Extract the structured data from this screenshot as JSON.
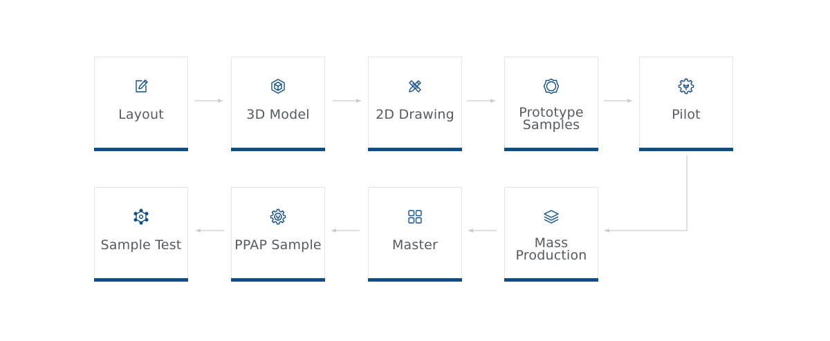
{
  "colors": {
    "accent": "#0d4d8c",
    "card_border": "#e2e4e8",
    "label": "#555a60",
    "connector": "#c9ccd1"
  },
  "steps": [
    {
      "label": "Layout",
      "icon": "edit-icon"
    },
    {
      "label": "3D Model",
      "icon": "cube-icon"
    },
    {
      "label": "2D Drawing",
      "icon": "pencil-ruler-icon"
    },
    {
      "label": "Prototype Samples",
      "icon": "octagon-icon"
    },
    {
      "label": "Pilot",
      "icon": "gear-wrench-icon"
    },
    {
      "label": "Mass Production",
      "icon": "layers-icon"
    },
    {
      "label": "Master",
      "icon": "grid-icon"
    },
    {
      "label": "PPAP Sample",
      "icon": "gear-check-icon"
    },
    {
      "label": "Sample Test",
      "icon": "network-icon"
    }
  ]
}
